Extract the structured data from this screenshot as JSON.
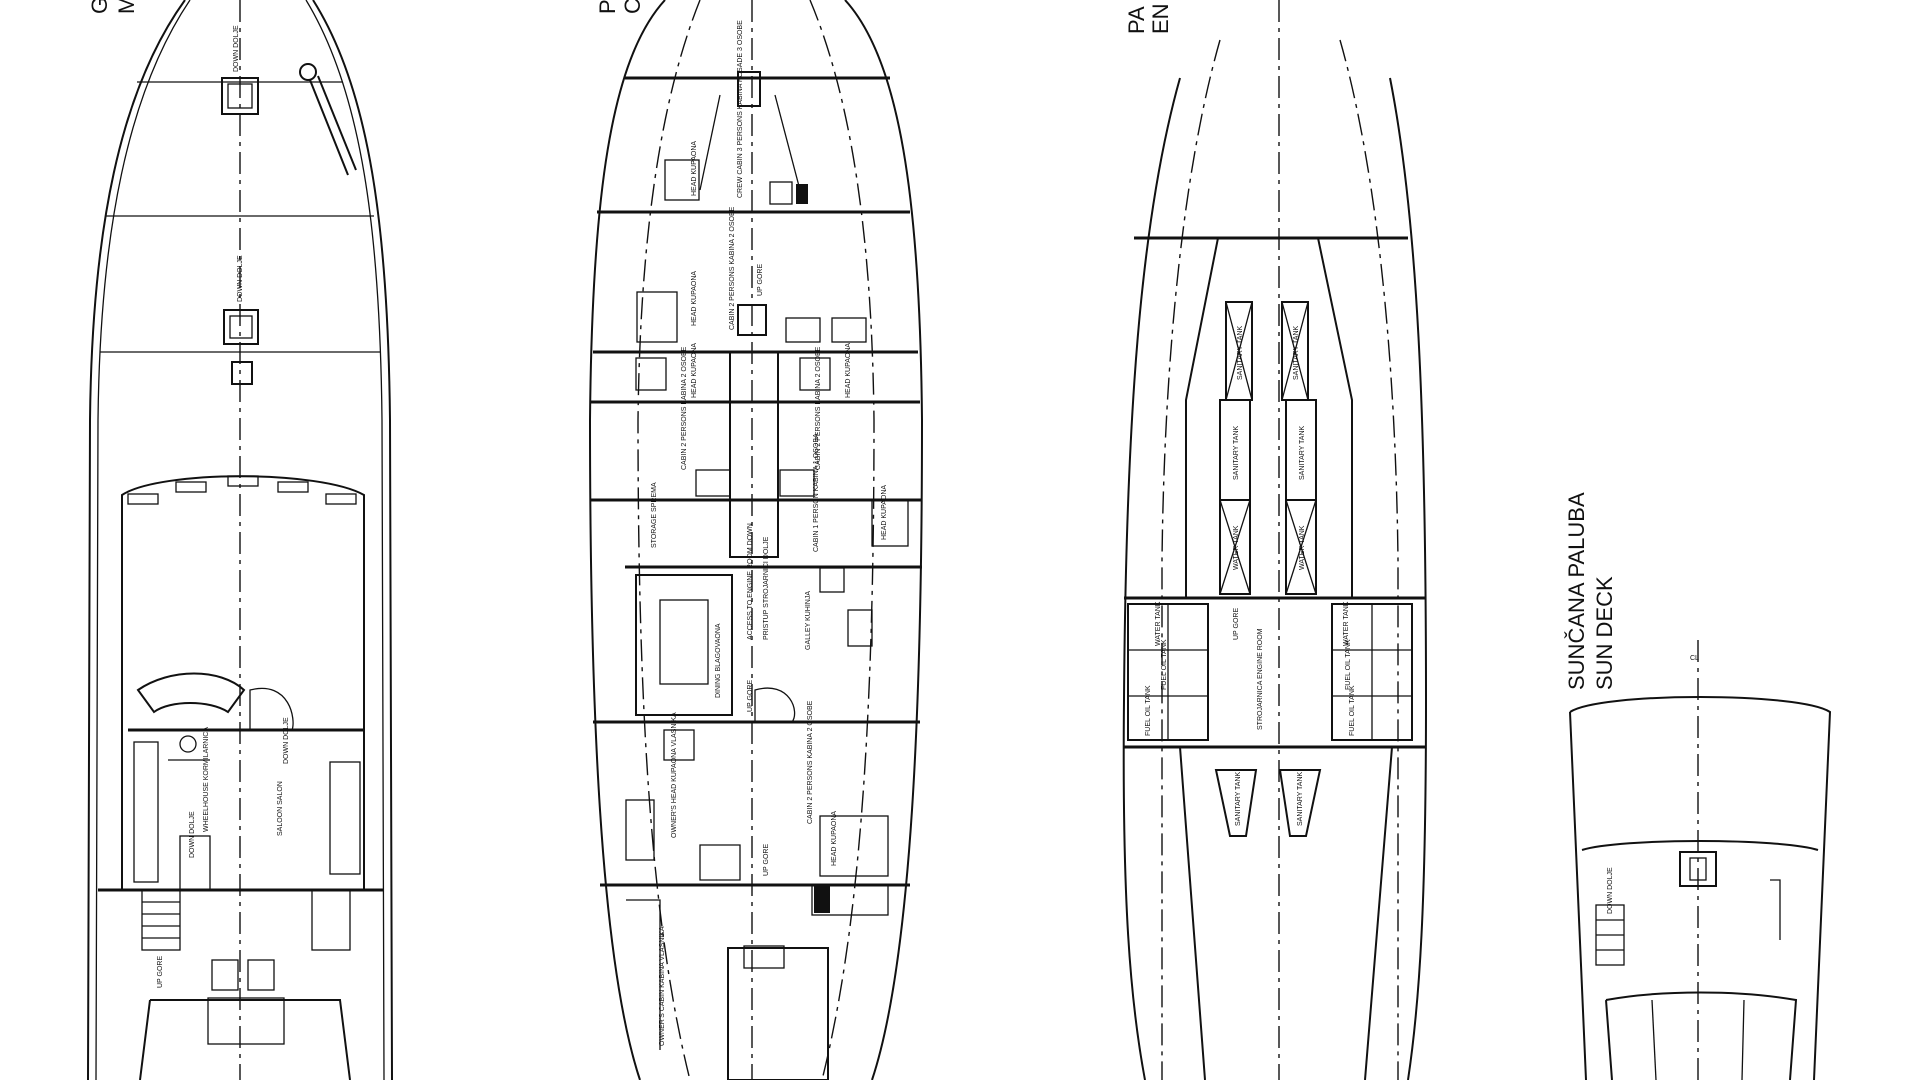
{
  "plans": {
    "main": {
      "title_line1": "G",
      "title_line2": "M"
    },
    "cabins": {
      "title_line1": "P",
      "title_line2": "C"
    },
    "engine": {
      "title_line1": "PA",
      "title_line2": "EN"
    },
    "sun": {
      "title_line1": "SUNČANA PALUBA",
      "title_line2": "SUN DECK"
    }
  },
  "labels": {
    "down_doje": "DOWN DOLJE",
    "up_gore": "UP GORE",
    "wheelhouse": "WHEELHOUSE KORMILARNICA",
    "saloon": "SALOON SALON",
    "cabin_2_persons": "CABIN 2 PERSONS KABINA 2 OSOBE",
    "cabin_1_person": "CABIN 1 PERSON KABINA 1 OSOBA",
    "crew_cabin": "CREW CABIN 3 PERSONS KABINA POSADE 3 OSOBE",
    "head": "HEAD KUPAONA",
    "storage": "STORAGE SPREMA",
    "dining": "DINING BLAGOVAONA",
    "access_engine": "ACCESS TO ENGINE ROOM DOWN",
    "pristup": "PRISTUP STROJARNICI DOLJE",
    "galley": "GALLEY KUHINJA",
    "owners_head": "OWNER'S HEAD KUPAONA VLASNIKA",
    "owners_cabin": "OWNER'S CABIN KABINA VLASNIKA",
    "sanitary_tank": "SANITARY TANK",
    "water_tank": "WATER TANK",
    "fuel_oil_tank": "FUEL OIL TANK",
    "engine_room": "STROJARNICA ENGINE ROOM",
    "centerline": "CL"
  }
}
